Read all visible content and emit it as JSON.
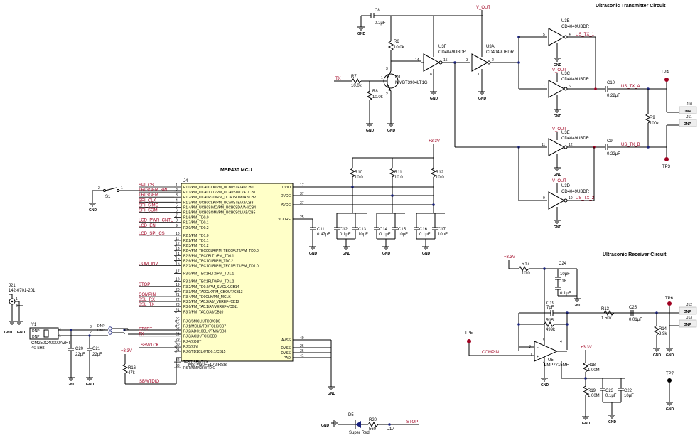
{
  "titles": {
    "transmitter": "Ultrasonic Transmitter Circuit",
    "receiver": "Ultrasonic Receiver Circuit",
    "mcu": "MSP430 MCU"
  },
  "power": {
    "vout": "V_OUT",
    "v33": "+3.3V",
    "gnd": "GND"
  },
  "mcu": {
    "ref": "J4",
    "part": "MSP430F5172IRSB",
    "left_pins": [
      {
        "num": "1",
        "name": "P1.0/PM_UCA0CLK/PM_UCB0STE/A0/CB0",
        "sig": "SPI_CS"
      },
      {
        "num": "2",
        "name": "P1.1/PM_UCA0TXD/PM_UCA0SIMO/A1/CB1",
        "sig": "TRIGGER_SW"
      },
      {
        "num": "3",
        "name": "P1.2/PM_UCA0RXD/PM_UCA0SOMI/A2/CB2",
        "sig": "TRIGGER"
      },
      {
        "num": "4",
        "name": "P1.3/PM_UCB0CLK/PM_UCA0STE/A3/CB3",
        "sig": "SPI_CLK"
      },
      {
        "num": "5",
        "name": "P1.4/PM_UCB0SIMO/PM_UCB0SDA/A4/CB4",
        "sig": "SPI_SIMO"
      },
      {
        "num": "6",
        "name": "P1.5/PM_UCB0SOMI/PM_UCB0SCL/A5/CB5",
        "sig": "SPI_SOMI"
      },
      {
        "num": "7",
        "name": "P1.6/PM_TD0.0",
        "sig": ""
      },
      {
        "num": "8",
        "name": "P1.7/PM_TD0.1",
        "sig": "LCD_PWR_CNTL"
      },
      {
        "num": "9",
        "name": "P2.0/PM_TD0.2",
        "sig": "LCD_EN"
      },
      {
        "num": "10",
        "name": "P2.1/PM_TD1.0",
        "sig": "LCD_SPI_CS"
      },
      {
        "num": "11",
        "name": "P2.2/PM_TD1.1",
        "sig": ""
      },
      {
        "num": "12",
        "name": "P2.3/PM_TD1.2",
        "sig": ""
      },
      {
        "num": "13",
        "name": "P2.4/PM_TEC0CLR/PM_TEC0FLT2/PM_TD0.0",
        "sig": ""
      },
      {
        "num": "14",
        "name": "P2.5/PM_TEC0FLT1/PM_TD0.1",
        "sig": ""
      },
      {
        "num": "15",
        "name": "P2.6/PM_TEC1CLR/PM_TD0.2",
        "sig": ""
      },
      {
        "num": "16",
        "name": "P2.7/PM_TEC1CLR/PM_TEC1FLT1/PM_TD1.0",
        "sig": "COM_INV"
      },
      {
        "num": "17",
        "name": "P3.0/PM_TEC1FLT2/PM_TD1.1",
        "sig": ""
      },
      {
        "num": "18",
        "name": "P3.1/PM_TEC1FLT0/PM_TD1.2",
        "sig": ""
      },
      {
        "num": "19",
        "name": "P3.2/PM_TD0.0/PM_SMCLK/CB14",
        "sig": "STOP"
      },
      {
        "num": "20",
        "name": "P3.3/PM_TA0CLK/PM_CBOUT/CB13",
        "sig": ""
      },
      {
        "num": "21",
        "name": "P3.4/PM_TD0CLK/PM_MCLK",
        "sig": "COMPIN"
      },
      {
        "num": "22",
        "name": "P3.5/PM_TA0.2/A8/_VEREF-/CB12",
        "sig": "BSL_RX"
      },
      {
        "num": "23",
        "name": "P3.6/PM_TA0.1/A7/VEREF+/CB11",
        "sig": "BSL_TX"
      },
      {
        "num": "24",
        "name": "P3.7/PM_TA0.0/A6/CB10",
        "sig": ""
      },
      {
        "num": "25",
        "name": "PJ.0/SMCLK/TDO/CB6",
        "sig": ""
      },
      {
        "num": "26",
        "name": "PJ.1/MCLK/TDI/TCLK/CB7",
        "sig": ""
      },
      {
        "num": "27",
        "name": "PJ.2/ADC10CLK/TMS/CB8",
        "sig": "START"
      },
      {
        "num": "28",
        "name": "PJ.3/ACLK/TCK/CB9",
        "sig": "TX"
      },
      {
        "num": "29",
        "name": "PJ.4/XOUT",
        "sig": ""
      },
      {
        "num": "30",
        "name": "PJ.5/XIN",
        "sig": ""
      },
      {
        "num": "31",
        "name": "PJ.6/TD1CLK/TD0.1/CB15",
        "sig": ""
      },
      {
        "num": "32",
        "name": "TEST/SBWTCK",
        "sig": "SBWTCK"
      },
      {
        "num": "33",
        "name": "RST/NMI/SBWTDIO",
        "sig": "SBWTDIO"
      }
    ],
    "right_pins": [
      {
        "num": "17",
        "name": "DVIO"
      },
      {
        "num": "37",
        "name": "DVCC"
      },
      {
        "num": "37",
        "name": "AVCC"
      },
      {
        "num": "25",
        "name": "VCORE"
      },
      {
        "num": "40",
        "name": "AVSS"
      },
      {
        "num": "26",
        "name": "DVSS"
      },
      {
        "num": "36",
        "name": "DVSS"
      },
      {
        "num": "41",
        "name": "PAD"
      }
    ]
  },
  "parts": {
    "C8": {
      "ref": "C8",
      "val": "0.1μF"
    },
    "R6": {
      "ref": "R6",
      "val": "10.0k"
    },
    "R7": {
      "ref": "R7",
      "val": "10.0k"
    },
    "R8": {
      "ref": "R8",
      "val": "10.0k"
    },
    "Q1": {
      "ref": "Q1",
      "val": "MMBT3904LT1G"
    },
    "U3F": {
      "ref": "U3F",
      "val": "CD4049UBDR"
    },
    "U3A": {
      "ref": "U3A",
      "val": "CD4049UBDR"
    },
    "U3B": {
      "ref": "U3B",
      "val": "CD4049UBDR"
    },
    "U3C": {
      "ref": "U3C",
      "val": "CD4049UBDR"
    },
    "U3E": {
      "ref": "U3E",
      "val": "CD4049UBDR"
    },
    "U3D": {
      "ref": "U3D",
      "val": "CD4049UBDR"
    },
    "C10": {
      "ref": "C10",
      "val": "0.22μF"
    },
    "C9": {
      "ref": "C9",
      "val": "0.22μF"
    },
    "R9": {
      "ref": "R9",
      "val": "100k"
    },
    "R10": {
      "ref": "R10",
      "val": "10.0"
    },
    "R11": {
      "ref": "R11",
      "val": "10.0"
    },
    "R12": {
      "ref": "R12",
      "val": "10.0"
    },
    "C11": {
      "ref": "C11",
      "val": "0.47μF"
    },
    "C12": {
      "ref": "C12",
      "val": "0.1μF"
    },
    "C13": {
      "ref": "C13",
      "val": "10μF"
    },
    "C14": {
      "ref": "C14",
      "val": "0.1μF"
    },
    "C15": {
      "ref": "C15",
      "val": "10μF"
    },
    "C16": {
      "ref": "C16",
      "val": "0.1μF"
    },
    "C17": {
      "ref": "C17",
      "val": "10μF"
    },
    "S1": {
      "ref": "S1",
      "val": ""
    },
    "J21": {
      "ref": "J21",
      "val": "142-0701-201"
    },
    "Y1": {
      "ref": "Y1",
      "val": "CM250C40000AZFT"
    },
    "Y1f": {
      "ref": "",
      "val": "40 kHz"
    },
    "C20": {
      "ref": "C20",
      "val": "22pF"
    },
    "C21": {
      "ref": "C21",
      "val": "22pF"
    },
    "R16": {
      "ref": "R16",
      "val": "47k"
    },
    "R17": {
      "ref": "R17",
      "val": "10.0"
    },
    "C24": {
      "ref": "C24",
      "val": "10μF"
    },
    "C18": {
      "ref": "C18",
      "val": "0.1μF"
    },
    "C19": {
      "ref": "C19",
      "val": "7pF"
    },
    "R15": {
      "ref": "R15",
      "val": "499k"
    },
    "R13": {
      "ref": "R13",
      "val": "1.50k"
    },
    "C25": {
      "ref": "C25",
      "val": "0.01μF"
    },
    "R14": {
      "ref": "R14",
      "val": "3.9k"
    },
    "U5": {
      "ref": "U5",
      "val": "LMP7715MF"
    },
    "R18": {
      "ref": "R18",
      "val": "1.00M"
    },
    "R19": {
      "ref": "R19",
      "val": "1.00M"
    },
    "C23": {
      "ref": "C23",
      "val": "0.1μF"
    },
    "C22": {
      "ref": "C22",
      "val": "10μF"
    },
    "D5": {
      "ref": "D5",
      "val": "Super Red"
    },
    "R20": {
      "ref": "R20",
      "val": "560"
    },
    "J17": {
      "ref": "J17",
      "val": ""
    }
  },
  "nets": {
    "tx": "TX",
    "us_tx_1": "US_TX_1",
    "us_tx_a": "US_TX_A",
    "us_tx_b": "US_TX_B",
    "us_tx_2": "US_TX_2",
    "compin": "COMPIN",
    "stop": "STOP",
    "sbwtdio": "SBWTDIO",
    "sbwtck": "SBWTCK"
  },
  "test_points": [
    "TP4",
    "TP3",
    "TP5",
    "TP6",
    "TP7"
  ],
  "dnp": "DNP",
  "dnp_refs": [
    "J10",
    "J11",
    "J12",
    "J13"
  ],
  "dnp_text": "DNP",
  "pins": {
    "u3f": [
      "14",
      "15",
      "8"
    ],
    "u3a": [
      "3",
      "2",
      "1"
    ],
    "u3b": [
      "5",
      "4"
    ],
    "u3c": [
      "7",
      "6"
    ],
    "u3e": [
      "11",
      "12"
    ],
    "u3d": [
      "9",
      "10"
    ],
    "q1": [
      "3",
      "1",
      "2"
    ],
    "u5": [
      "3",
      "4",
      "1",
      "5",
      "2"
    ],
    "s1": [
      "2",
      "1"
    ],
    "y1": [
      "4",
      "1",
      "3",
      "2"
    ],
    "j21": [
      "1",
      "2"
    ]
  }
}
